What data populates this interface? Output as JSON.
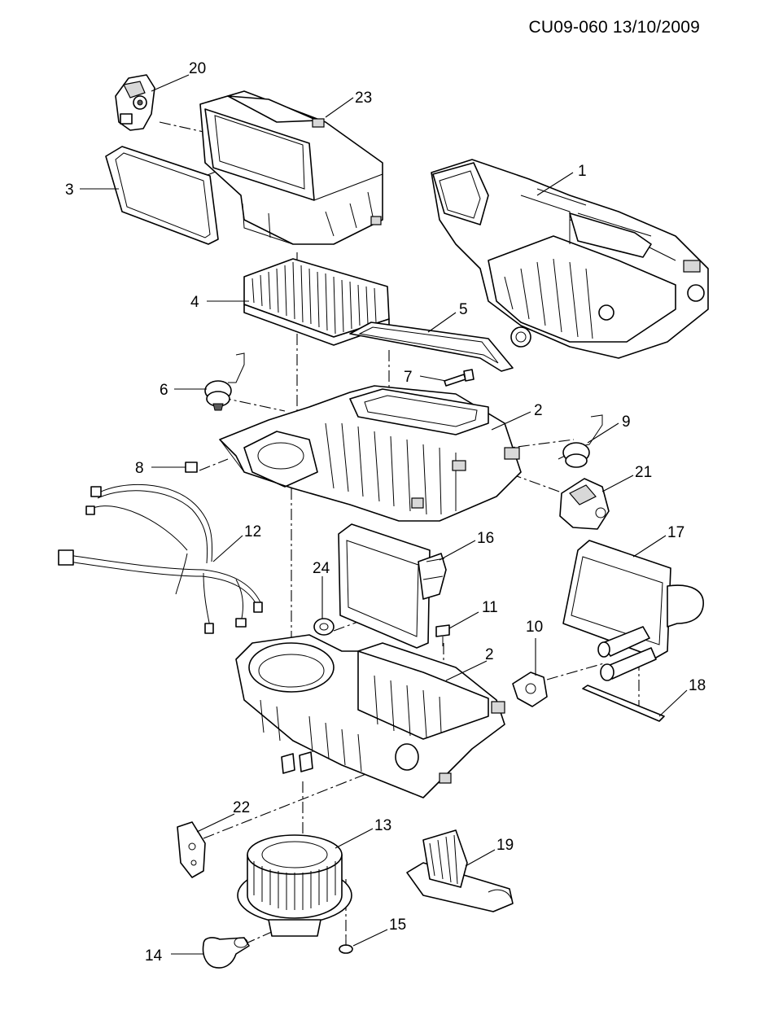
{
  "document": {
    "reference": "CU09-060 13/10/2009"
  },
  "callouts": [
    {
      "id": "1",
      "label": "1"
    },
    {
      "id": "2a",
      "label": "2"
    },
    {
      "id": "2b",
      "label": "2"
    },
    {
      "id": "3",
      "label": "3"
    },
    {
      "id": "4",
      "label": "4"
    },
    {
      "id": "5",
      "label": "5"
    },
    {
      "id": "6",
      "label": "6"
    },
    {
      "id": "7",
      "label": "7"
    },
    {
      "id": "8",
      "label": "8"
    },
    {
      "id": "9",
      "label": "9"
    },
    {
      "id": "10",
      "label": "10"
    },
    {
      "id": "11",
      "label": "11"
    },
    {
      "id": "12",
      "label": "12"
    },
    {
      "id": "13",
      "label": "13"
    },
    {
      "id": "14",
      "label": "14"
    },
    {
      "id": "15",
      "label": "15"
    },
    {
      "id": "16",
      "label": "16"
    },
    {
      "id": "17",
      "label": "17"
    },
    {
      "id": "18",
      "label": "18"
    },
    {
      "id": "19",
      "label": "19"
    },
    {
      "id": "20",
      "label": "20"
    },
    {
      "id": "21",
      "label": "21"
    },
    {
      "id": "22",
      "label": "22"
    },
    {
      "id": "23",
      "label": "23"
    },
    {
      "id": "24",
      "label": "24"
    }
  ]
}
